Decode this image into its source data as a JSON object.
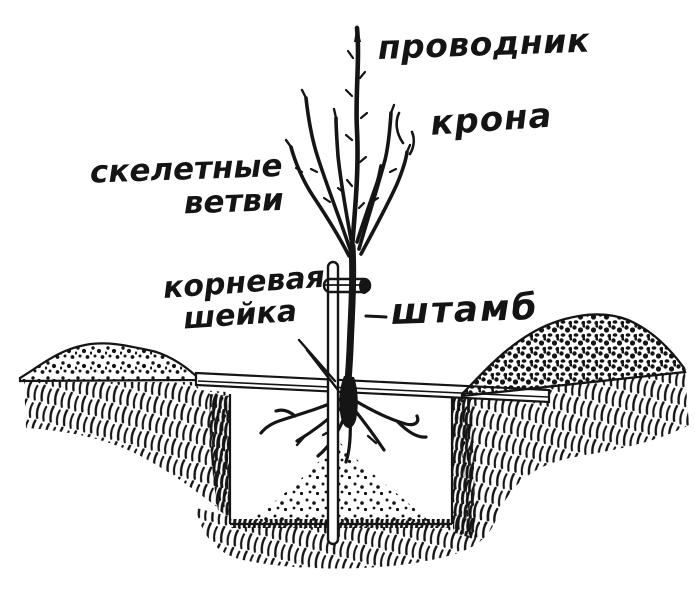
{
  "colors": {
    "ink": "#151515",
    "paper": "#ffffff"
  },
  "labels": {
    "leader": "проводник",
    "crown": "крона",
    "skeletal_branches": {
      "line1": "скелетные",
      "line2": "ветви"
    },
    "root_collar": {
      "line1": "корневая",
      "line2": "шейка"
    },
    "trunk": "штамб"
  }
}
